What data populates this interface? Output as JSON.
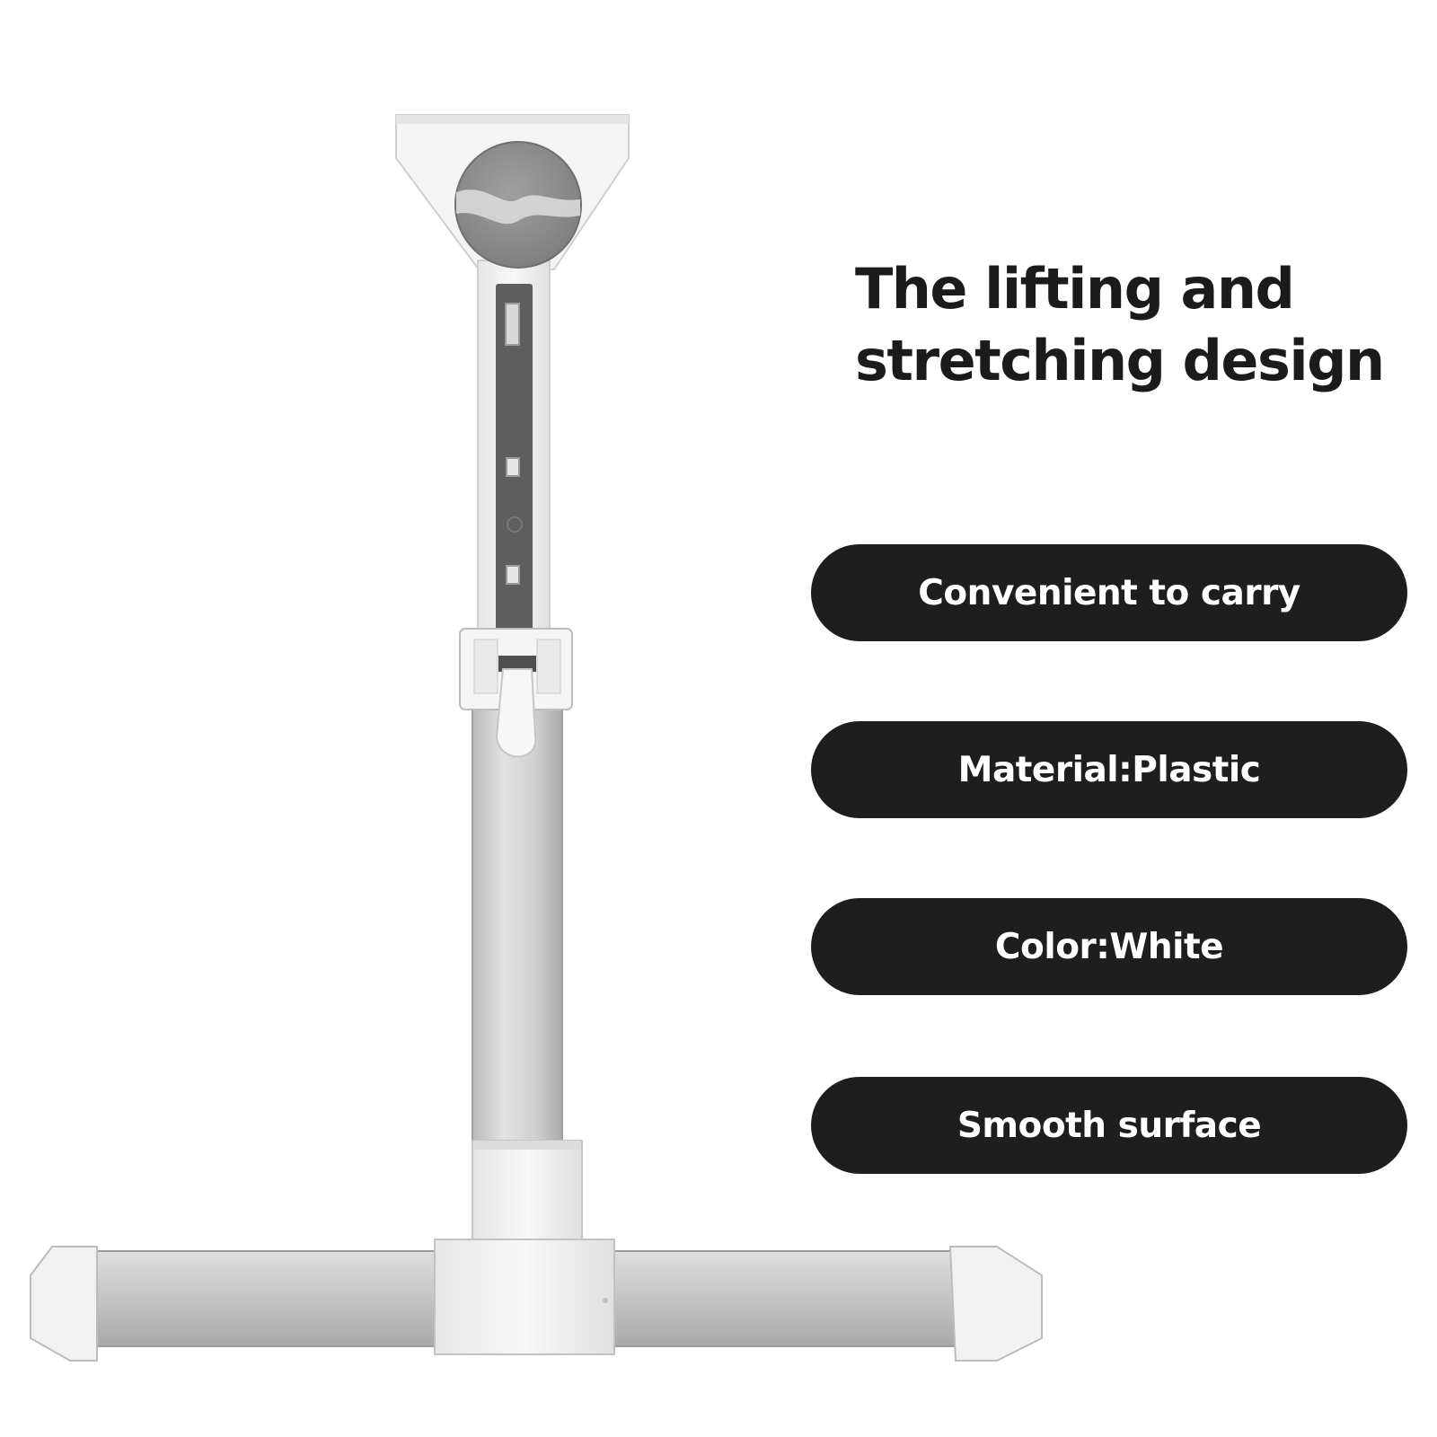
{
  "headline": {
    "line1": "The lifting and",
    "line2": "stretching design"
  },
  "features": [
    "Convenient to carry",
    "Material:Plastic",
    "Color:White",
    "Smooth surface"
  ],
  "colors": {
    "background": "#ffffff",
    "headline_text": "#1b1b1b",
    "pill_background": "#1e1e1e",
    "pill_text": "#ffffff",
    "stand_plastic": "#f2f2f2",
    "stand_aluminum": "#cfcfcf",
    "track_dark": "#5e5e5e",
    "knob_gray": "#8a8a8a"
  }
}
